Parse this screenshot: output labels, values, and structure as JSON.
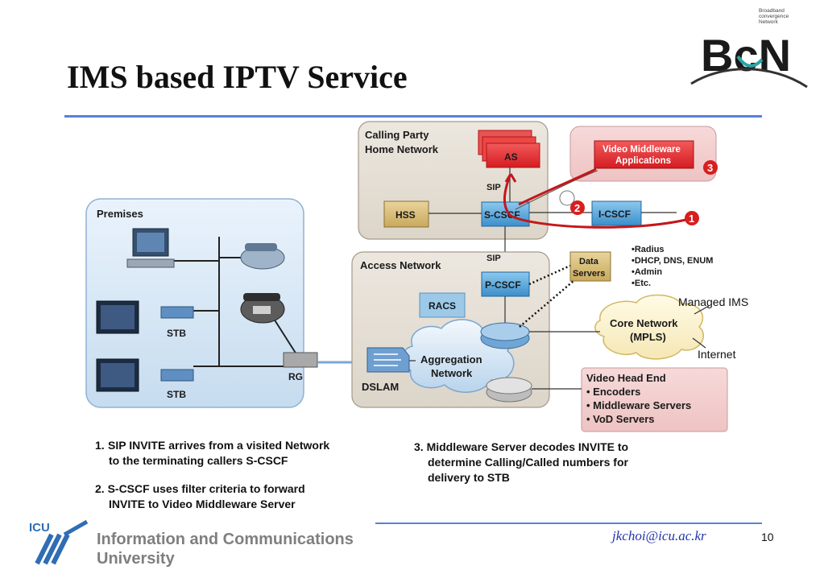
{
  "slide": {
    "title": "IMS based IPTV Service",
    "page_number": "10",
    "email": "jkchoi@icu.ac.kr"
  },
  "branding": {
    "bcn_small_text": "Broadband\nconvergence\nNetwork",
    "bcn_logo_text": "BcN",
    "icu_logo_text": "ICU",
    "university_line1": "Information and Communications",
    "university_line2": "University"
  },
  "diagram": {
    "premises": {
      "label": "Premises",
      "stb1": "STB",
      "stb2": "STB",
      "rg": "RG"
    },
    "home_network": {
      "label_line1": "Calling Party",
      "label_line2": "Home Network",
      "as": "AS",
      "hss": "HSS",
      "scscf": "S-CSCF",
      "sip_top": "SIP"
    },
    "access_network": {
      "label": "Access Network",
      "pcscf": "P-CSCF",
      "racs": "RACS",
      "sip_bottom": "SIP",
      "dslam": "DSLAM",
      "aggregation_line1": "Aggregation",
      "aggregation_line2": "Network"
    },
    "video_middleware": {
      "line1": "Video Middleware",
      "line2": "Applications"
    },
    "icscf": "I-CSCF",
    "data_servers": {
      "line1": "Data",
      "line2": "Servers"
    },
    "data_list": [
      "•Radius",
      "•DHCP, DNS, ENUM",
      "•Admin",
      "•Etc."
    ],
    "core_network": {
      "line1": "Core Network",
      "line2": "(MPLS)",
      "managed_ims": "Managed IMS",
      "internet": "Internet"
    },
    "video_head_end": {
      "title": "Video Head End",
      "items": [
        "• Encoders",
        "• Middleware Servers",
        "• VoD Servers"
      ]
    },
    "markers": [
      "1",
      "2",
      "3"
    ]
  },
  "notes": {
    "n1_num": "1.",
    "n1_line1": "SIP INVITE arrives from a visited Network",
    "n1_line2": "to the terminating callers S-CSCF",
    "n2_line1": "2. S-CSCF uses filter criteria to forward",
    "n2_line2": "INVITE to Video Middleware Server",
    "n3_line1": "3. Middleware Server decodes INVITE to",
    "n3_line2": "determine Calling/Called numbers for",
    "n3_line3": "delivery to STB"
  },
  "colors": {
    "accent_rule": "#5b7fd6",
    "red_box": "#e8202a",
    "blue_box": "#4a9fd4",
    "khaki_box": "#d9bf7a",
    "marker_red": "#d81e1e",
    "email": "#2233aa"
  }
}
